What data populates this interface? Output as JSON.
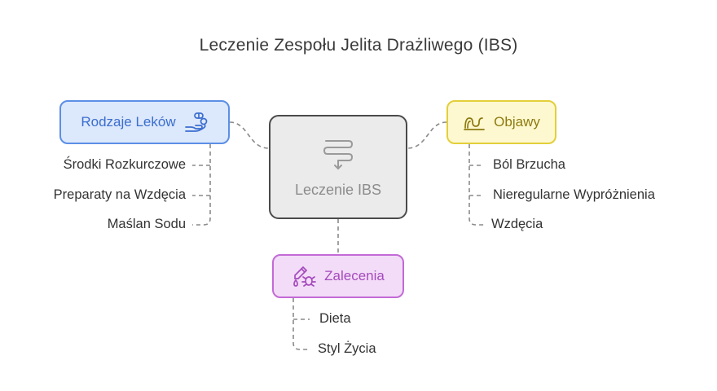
{
  "title": "Leczenie Zespołu Jelita Drażliwego (IBS)",
  "center": {
    "label": "Leczenie IBS",
    "icon": "intestine-arrow-icon"
  },
  "branches": {
    "medications": {
      "label": "Rodzaje Leków",
      "icon": "pills-hand-icon",
      "color": "#5b8fe6",
      "items": [
        "Środki Rozkurczowe",
        "Preparaty na Wzdęcia",
        "Maślan Sodu"
      ]
    },
    "symptoms": {
      "label": "Objawy",
      "icon": "intestine-icon",
      "color": "#e3cf3a",
      "items": [
        "Ból Brzucha",
        "Nieregularne Wypróżnienia",
        "Wzdęcia"
      ]
    },
    "recommendations": {
      "label": "Zalecenia",
      "icon": "dropper-bug-icon",
      "color": "#c36ad6",
      "items": [
        "Dieta",
        "Styl Życia"
      ]
    }
  }
}
